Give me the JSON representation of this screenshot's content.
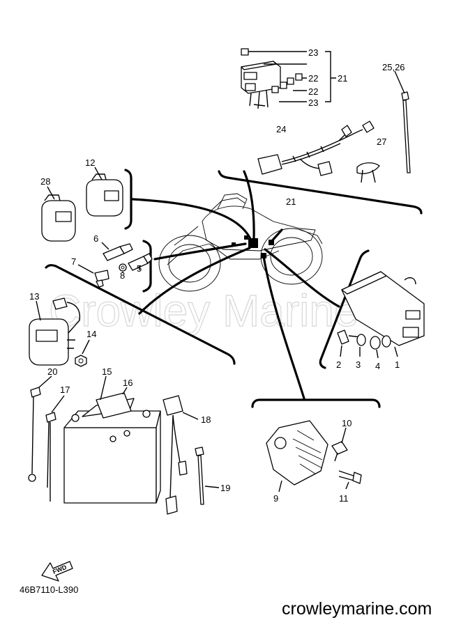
{
  "diagram": {
    "watermark": "Crowley Marine",
    "figure_code": "46B7110-L390",
    "site": "crowleymarine.com",
    "fwd_label": "FWD",
    "callouts": {
      "c1": "1",
      "c2": "2",
      "c3": "3",
      "c4": "4",
      "c5": "5",
      "c6": "6",
      "c7": "7",
      "c8": "8",
      "c9": "9",
      "c10": "10",
      "c11": "11",
      "c12": "12",
      "c13": "13",
      "c14": "14",
      "c15": "15",
      "c16": "16",
      "c17": "17",
      "c18": "18",
      "c19": "19",
      "c20": "20",
      "c21": "21",
      "c21b": "21",
      "c22a": "22",
      "c22b": "22",
      "c23a": "23",
      "c23b": "23",
      "c24": "24",
      "c2526": "25,26",
      "c27": "27",
      "c28": "28"
    }
  }
}
